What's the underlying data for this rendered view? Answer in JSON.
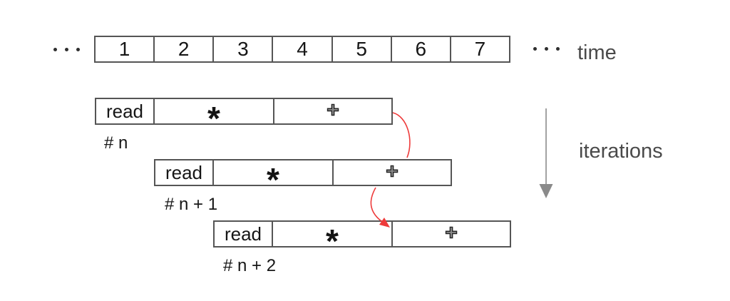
{
  "diagram": {
    "title_semantics": "software pipelining of loop iterations over time",
    "timeline": {
      "cells": [
        "1",
        "2",
        "3",
        "4",
        "5",
        "6",
        "7"
      ],
      "axis_label": "time"
    },
    "iterations": [
      {
        "label": "# n",
        "stages": [
          "read",
          "*",
          "+"
        ]
      },
      {
        "label": "# n + 1",
        "stages": [
          "read",
          "*",
          "+"
        ]
      },
      {
        "label": "# n + 2",
        "stages": [
          "read",
          "*",
          "+"
        ]
      }
    ],
    "iterations_axis_label": "iterations",
    "icons": {
      "ellipsis_left": "three-dots-horizontal",
      "ellipsis_right": "three-dots-horizontal",
      "iterations_arrow": "arrow-down-gray",
      "dependency_arc_1": "curved-red-connector",
      "dependency_arc_2": "curved-red-arrow"
    },
    "colors": {
      "background": "#ffffff",
      "box_border": "#555555",
      "box_text": "#161616",
      "muted_label": "#4a4a4a",
      "plus_fill": "#8c8c8c",
      "arrow_red": "#ee3b3b",
      "arrow_gray": "#8a8a8a"
    }
  }
}
